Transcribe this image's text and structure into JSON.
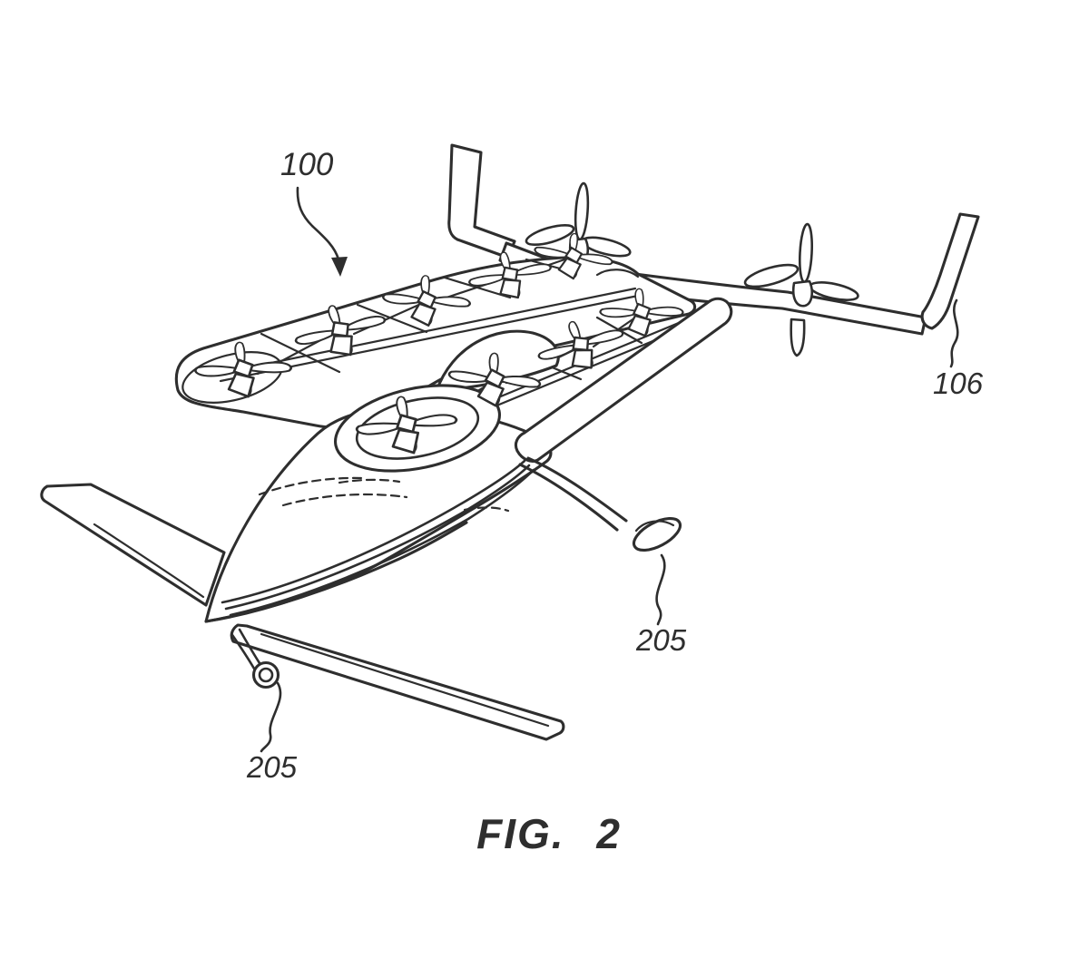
{
  "figure": {
    "caption": "FIG. 2",
    "reference_labels": [
      {
        "ref": "100"
      },
      {
        "ref": "106"
      },
      {
        "ref": "205"
      },
      {
        "ref": "205"
      }
    ]
  },
  "colors": {
    "ink": "#2e2e2e",
    "paper": "#ffffff"
  }
}
